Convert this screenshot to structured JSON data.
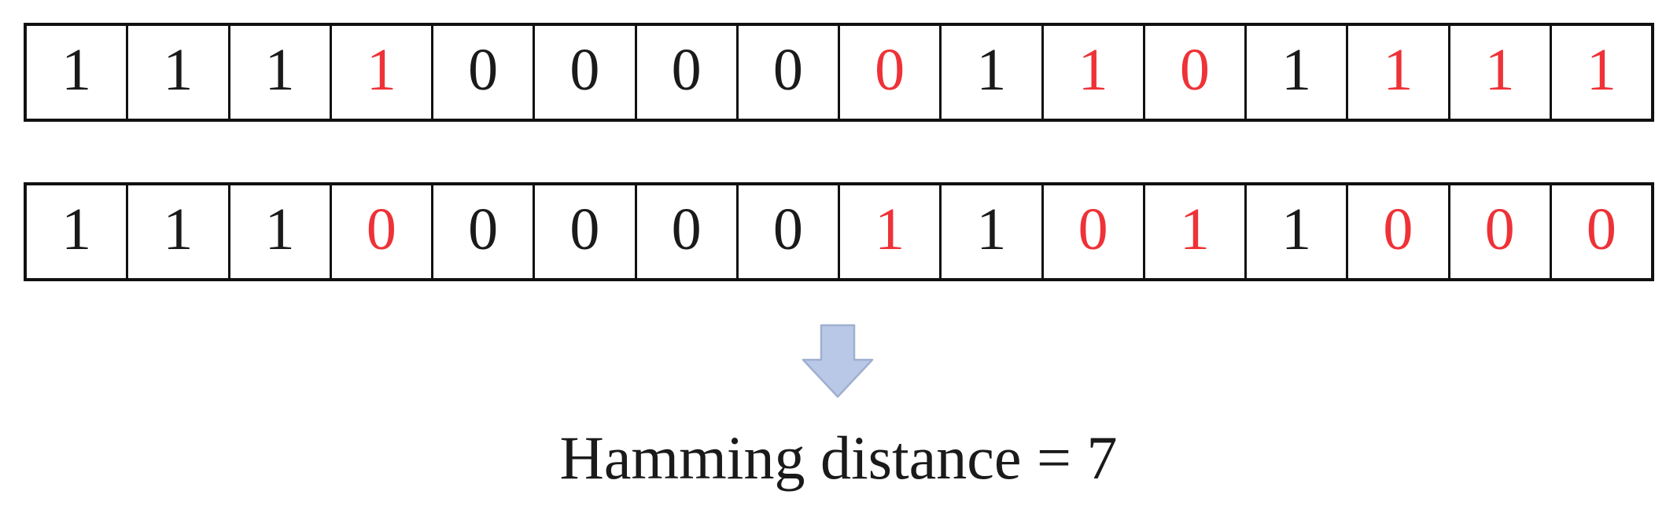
{
  "figure": {
    "caption": "Hamming distance = 7",
    "hamming_distance": 7,
    "rows": {
      "row1": {
        "bits": [
          "1",
          "1",
          "1",
          "1",
          "0",
          "0",
          "0",
          "0",
          "0",
          "1",
          "1",
          "0",
          "1",
          "1",
          "1",
          "1"
        ],
        "red_positions": [
          3,
          8,
          10,
          11,
          13,
          14,
          15
        ]
      },
      "row2": {
        "bits": [
          "1",
          "1",
          "1",
          "0",
          "0",
          "0",
          "0",
          "0",
          "1",
          "1",
          "0",
          "1",
          "1",
          "0",
          "0",
          "0"
        ],
        "red_positions": [
          3,
          8,
          10,
          11,
          13,
          14,
          15
        ]
      }
    },
    "arrow": {
      "icon": "down-block-arrow-icon",
      "fill": "#b9c8e6",
      "stroke": "#9fafd0"
    },
    "colors": {
      "digit_black": "#1a1a1a",
      "digit_red": "#ee3237",
      "border": "#111111",
      "background": "#ffffff"
    }
  }
}
